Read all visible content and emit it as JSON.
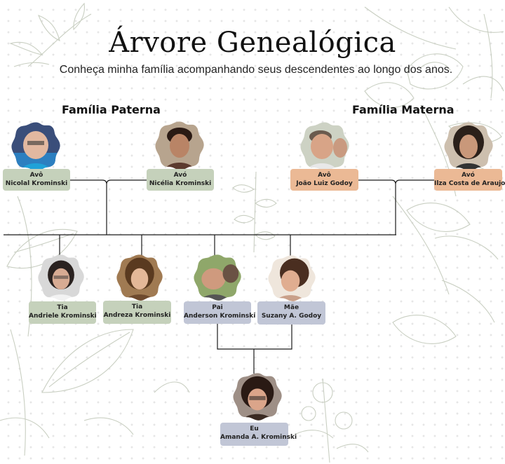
{
  "title": "Árvore Genealógica",
  "subtitle": "Conheça minha família acompanhando seus descendentes ao longo dos anos.",
  "sections": {
    "paternal": "Família Paterna",
    "maternal": "Família Materna"
  },
  "people": [
    {
      "id": "nicolal",
      "role": "Avô",
      "name": "Nicolal Krominski",
      "card_color": "#c5d1bb"
    },
    {
      "id": "nicelia",
      "role": "Avó",
      "name": "Nicélia Krominski",
      "card_color": "#c5d1bb"
    },
    {
      "id": "joao",
      "role": "Avô",
      "name": "João Luiz Godoy",
      "card_color": "#ebb995"
    },
    {
      "id": "ilza",
      "role": "Avó",
      "name": "Ilza Costa de Araujo",
      "card_color": "#ebb995"
    },
    {
      "id": "andriele",
      "role": "Tia",
      "name": "Andriele Krominski",
      "card_color": "#c5d1bb"
    },
    {
      "id": "andreza",
      "role": "Tia",
      "name": "Andreza Krominski",
      "card_color": "#c5d1bb"
    },
    {
      "id": "anderson",
      "role": "Pai",
      "name": "Anderson Krominski",
      "card_color": "#c1c6d6"
    },
    {
      "id": "suzany",
      "role": "Mãe",
      "name": "Suzany A. Godoy",
      "card_color": "#c1c6d6"
    },
    {
      "id": "amanda",
      "role": "Eu",
      "name": "Amanda A. Krominski",
      "card_color": "#c1c6d6"
    }
  ]
}
